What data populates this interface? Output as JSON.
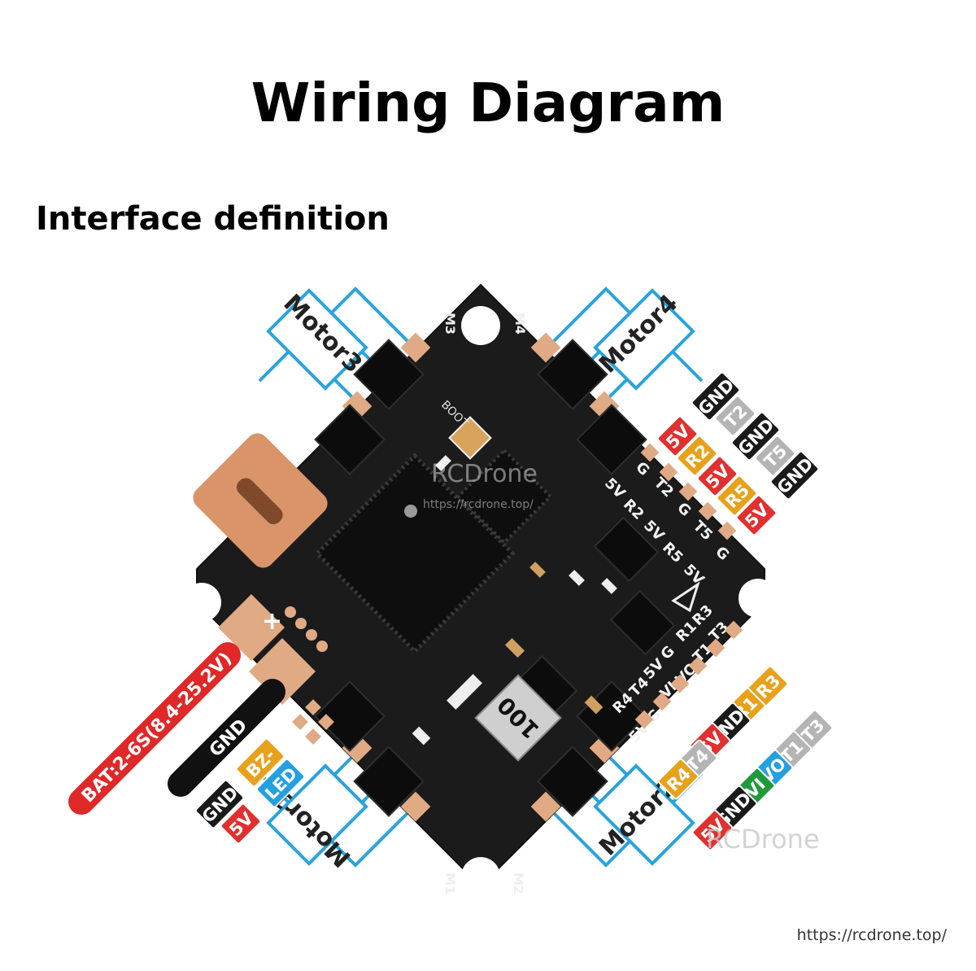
{
  "title": "Wiring Diagram",
  "subtitle": "Interface definition",
  "footer_url": "https://rcdrone.top/",
  "watermark": {
    "brand": "RCDrone",
    "url": "https://rcdrone.top/"
  },
  "colors": {
    "board": "#1b1b1b",
    "pad": "#e0aa84",
    "motor_outline": "#2aa3dd",
    "tag_red": "#e03030",
    "tag_black": "#1a1a1a",
    "tag_gray": "#b4b4b4",
    "tag_orange": "#e7a11a",
    "tag_blue": "#22a0e0",
    "tag_green": "#1f9a3a",
    "battery_lead": "#e02828"
  },
  "motors": {
    "m1": "Motor1",
    "m2": "Motor2",
    "m3": "Motor3",
    "m4": "Motor4"
  },
  "board": {
    "corner_labels": {
      "m1": "M1",
      "m2": "M2",
      "m3": "M3",
      "m4": "M4"
    },
    "boot_label": "BOOT",
    "chip_marking": "100",
    "plus_label": "+",
    "pad_labels_upper": [
      "G",
      "5V",
      "T2",
      "R2",
      "G",
      "5V",
      "T5",
      "R5",
      "G",
      "5V"
    ],
    "pad_labels_lower": [
      "R3",
      "R1",
      "T3",
      "G",
      "T1",
      "5V",
      "VO",
      "T4",
      "VI",
      "R4",
      "G",
      "5V"
    ]
  },
  "battery": {
    "label": "BAT:2-6S(8.4-25.2V)",
    "ground_label": "GND"
  },
  "tags": {
    "upper_right": [
      {
        "text": "5V",
        "color": "red"
      },
      {
        "text": "GND",
        "color": "black"
      },
      {
        "text": "R2",
        "color": "orange"
      },
      {
        "text": "T2",
        "color": "gray"
      },
      {
        "text": "5V",
        "color": "red"
      },
      {
        "text": "GND",
        "color": "black"
      },
      {
        "text": "R5",
        "color": "orange"
      },
      {
        "text": "T5",
        "color": "gray"
      },
      {
        "text": "5V",
        "color": "red"
      },
      {
        "text": "GND",
        "color": "black"
      }
    ],
    "lower_right": [
      {
        "text": "R3",
        "color": "orange"
      },
      {
        "text": "R1",
        "color": "orange"
      },
      {
        "text": "T3",
        "color": "gray"
      },
      {
        "text": "GND",
        "color": "black"
      },
      {
        "text": "T1",
        "color": "gray"
      },
      {
        "text": "5V",
        "color": "red"
      },
      {
        "text": "VO",
        "color": "blue"
      },
      {
        "text": "T4",
        "color": "gray"
      },
      {
        "text": "VI",
        "color": "green"
      },
      {
        "text": "R4",
        "color": "orange"
      },
      {
        "text": "GND",
        "color": "black"
      },
      {
        "text": "5V",
        "color": "red"
      }
    ],
    "lower_left": [
      {
        "text": "BZ-",
        "color": "orange"
      },
      {
        "text": "LED",
        "color": "blue"
      },
      {
        "text": "GND",
        "color": "black"
      },
      {
        "text": "5V",
        "color": "red"
      }
    ]
  }
}
